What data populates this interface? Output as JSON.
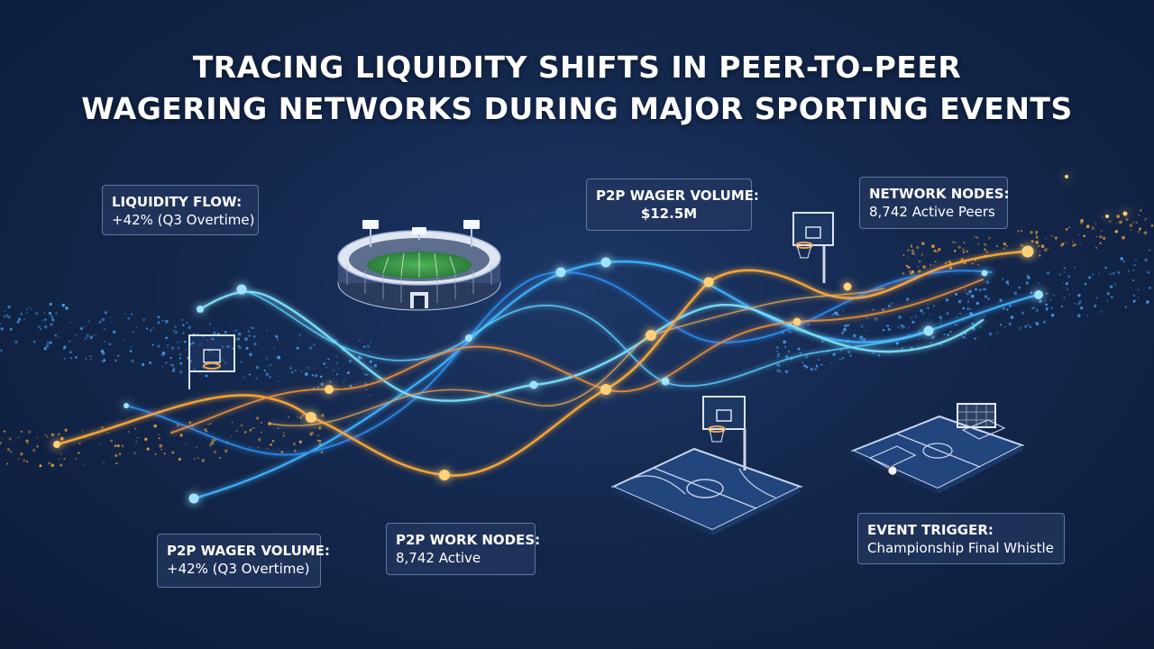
{
  "title": {
    "line1": "TRACING LIQUIDITY SHIFTS IN PEER-TO-PEER",
    "line2": "WAGERING NETWORKS DURING MAJOR SPORTING EVENTS"
  },
  "cards": {
    "liquidity_flow": {
      "label": "LIQUIDITY FLOW:",
      "value": "+42% (Q3 Overtime)"
    },
    "wager_volume_top": {
      "label": "P2P WAGER VOLUME:",
      "value": "$12.5M"
    },
    "network_nodes": {
      "label": "NETWORK NODES:",
      "value": "8,742 Active Peers"
    },
    "wager_volume_bottom": {
      "label": "P2P WAGER VOLUME:",
      "value": "+42% (Q3 Overtime)"
    },
    "work_nodes": {
      "label": "P2P WORK NODES:",
      "value": "8,742 Active"
    },
    "event_trigger": {
      "label": "EVENT TRIGGER:",
      "value": "Championship Final Whistle"
    }
  },
  "colors": {
    "background": "#14284d",
    "flow_blue": "#3fb4ff",
    "flow_cyan": "#7fe6ff",
    "flow_orange": "#f5a83a",
    "card_border": "#96afd7"
  }
}
